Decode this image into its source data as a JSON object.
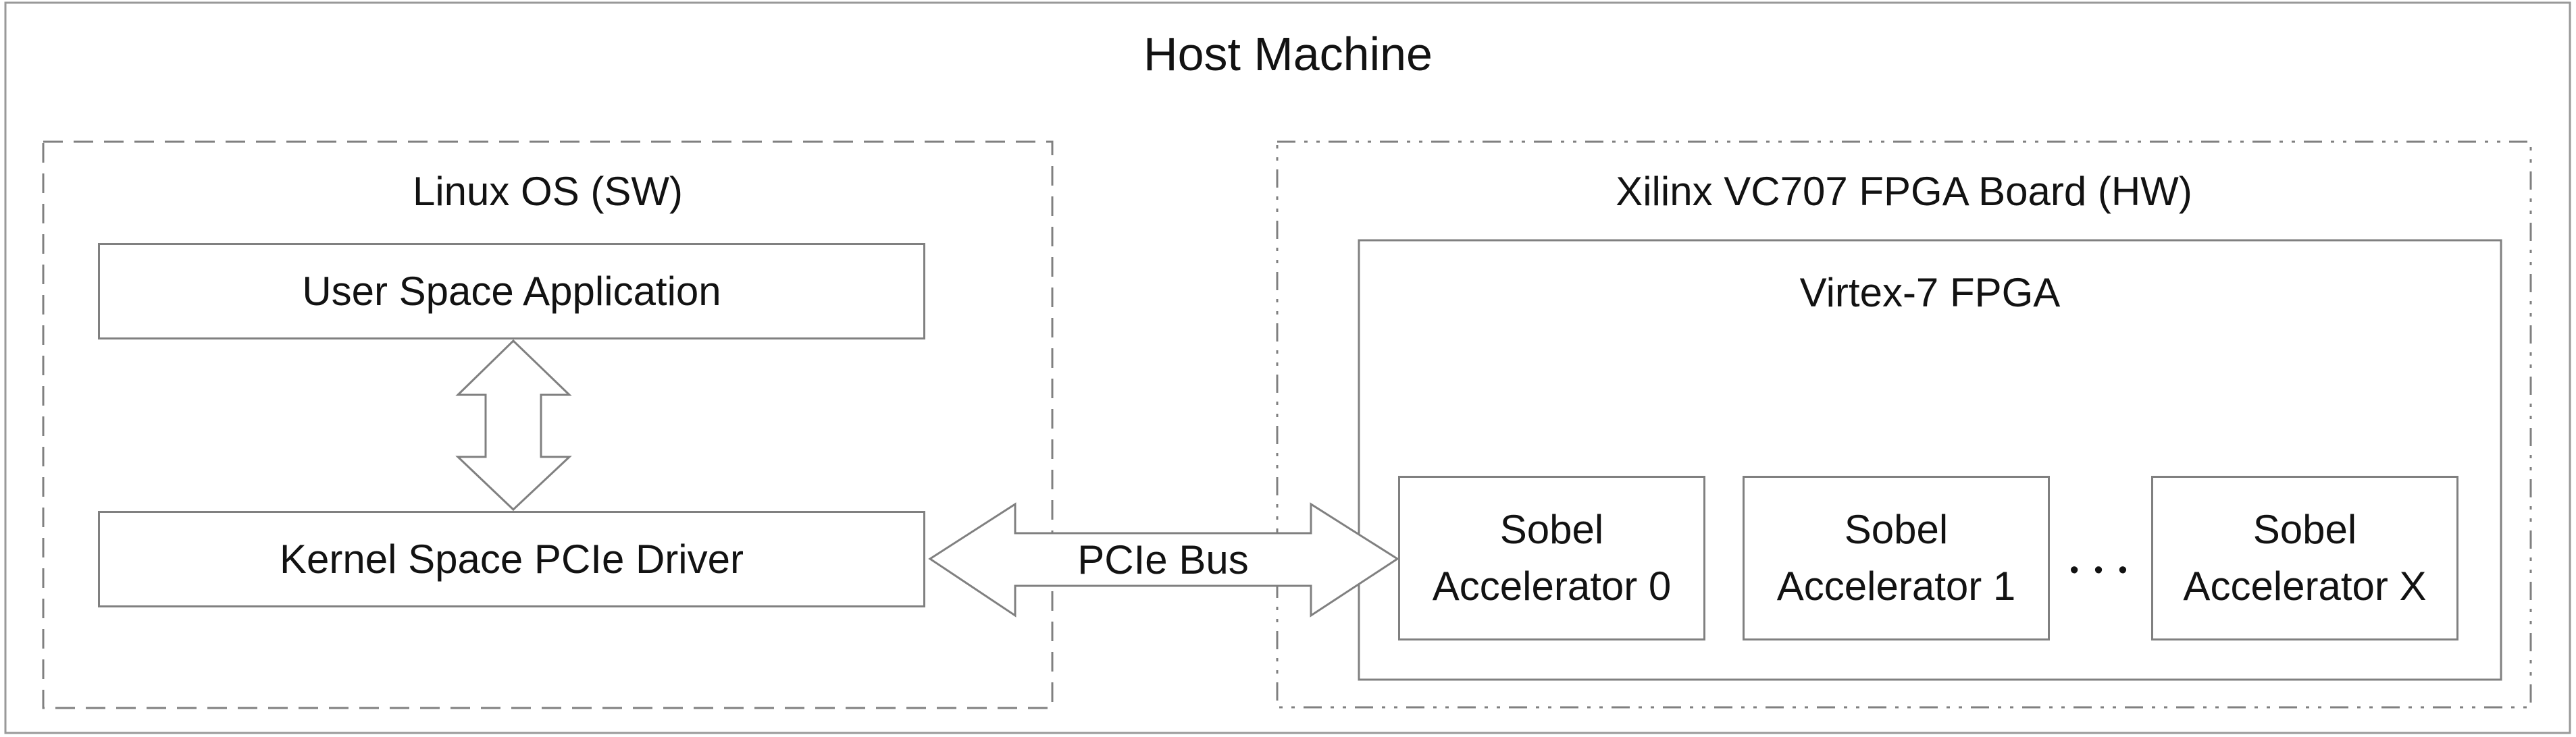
{
  "title": "Host Machine",
  "colors": {
    "box_border": "#808080",
    "outer_border": "#999999",
    "dashed_border": "#808080",
    "arrow_outline": "#808080",
    "arrow_fill": "#ffffff",
    "text": "#121212"
  },
  "software": {
    "heading": "Linux OS (SW)",
    "boxes": [
      {
        "label": "User Space Application"
      },
      {
        "label": "Kernel Space PCIe Driver"
      }
    ]
  },
  "bus": {
    "label": "PCIe Bus"
  },
  "hardware": {
    "heading": "Xilinx VC707 FPGA Board (HW)",
    "fpga": {
      "heading": "Virtex-7 FPGA",
      "accelerators": [
        {
          "line1": "Sobel",
          "line2": "Accelerator 0"
        },
        {
          "line1": "Sobel",
          "line2": "Accelerator 1"
        },
        {
          "line1": "Sobel",
          "line2": "Accelerator X"
        }
      ],
      "ellipsis": "• • •"
    }
  }
}
